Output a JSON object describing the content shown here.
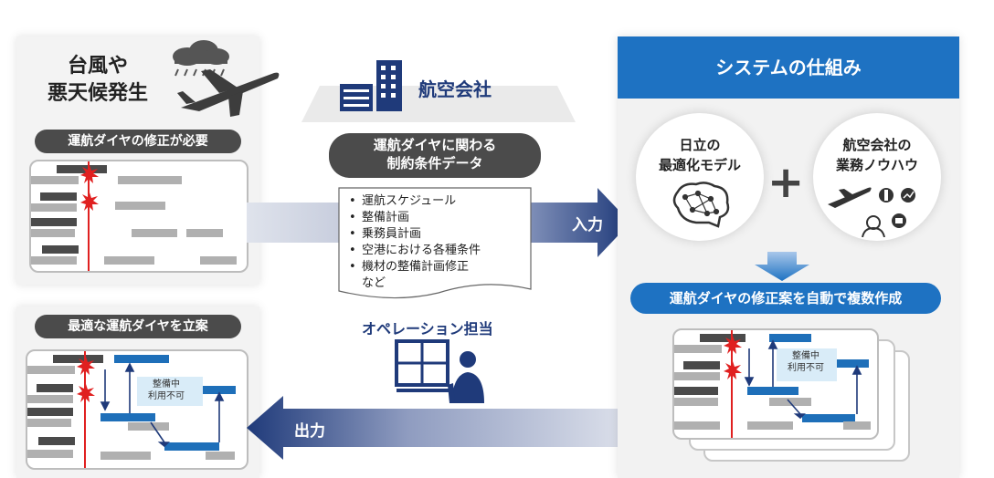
{
  "left_top": {
    "title_line1": "台風や",
    "title_line2": "悪天候発生",
    "pill": "運航ダイヤの修正が必要"
  },
  "left_bottom": {
    "pill": "最適な運航ダイヤを立案",
    "note_line1": "整備中",
    "note_line2": "利用不可"
  },
  "airline": {
    "label": "航空会社"
  },
  "constraints": {
    "pill_line1": "運航ダイヤに関わる",
    "pill_line2": "制約条件データ",
    "items": [
      "運航スケジュール",
      "整備計画",
      "乗務員計画",
      "空港における各種条件",
      "機材の整備計画修正"
    ],
    "tail": "など"
  },
  "arrows": {
    "input": "入力",
    "output": "出力"
  },
  "operation": {
    "label": "オペレーション担当"
  },
  "system": {
    "header": "システムの仕組み",
    "ai_line1": "日立の",
    "ai_line2": "最適化モデル",
    "plus": "+",
    "knowhow_line1": "航空会社の",
    "knowhow_line2": "業務ノウハウ",
    "result_pill": "運航ダイヤの修正案を自動で複数作成",
    "note_line1": "整備中",
    "note_line2": "利用不可"
  },
  "colors": {
    "navy": "#1f3a7a",
    "blue": "#1e72c2",
    "red": "#e02020",
    "dark": "#4b4b4b"
  }
}
